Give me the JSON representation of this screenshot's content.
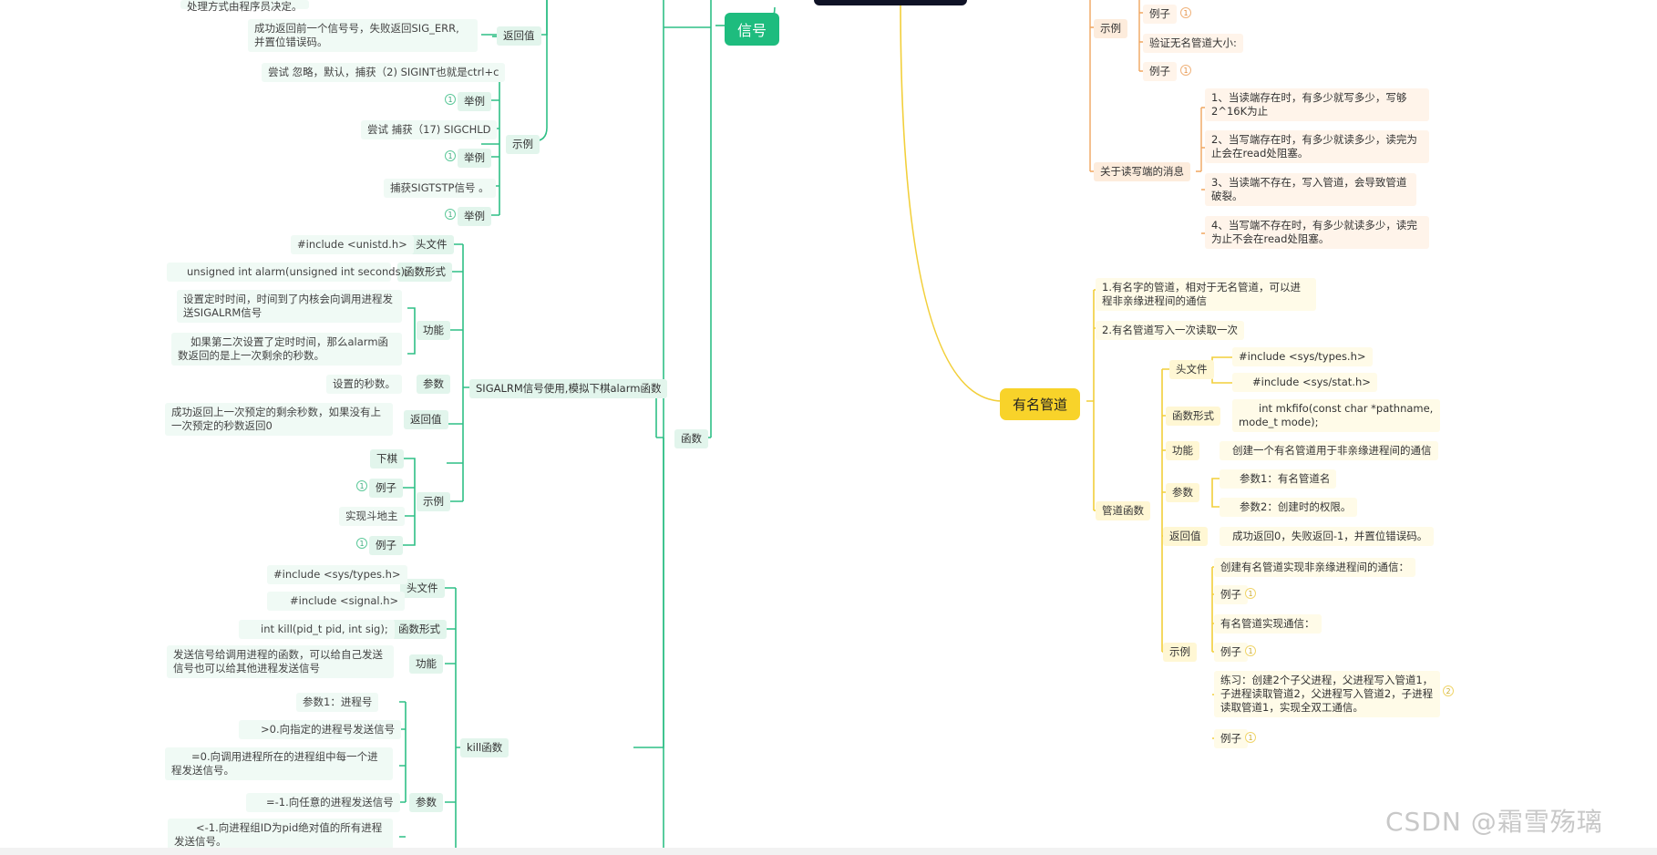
{
  "watermark": "CSDN @霜雪殇璃",
  "left": {
    "signal_title": "信号",
    "func_label": "函数",
    "top": {
      "cut_text": "处理方式由程序员决定。",
      "ret_label": "返回值",
      "ret_text": "成功返回前一个信号号，失败返回SIG_ERR, 并置位错误码。",
      "example_label": "示例",
      "items": [
        "尝试 忽略，默认，捕获（2) SIGINT也就是ctrl+c",
        "举例",
        "尝试 捕获（17) SIGCHLD",
        "举例",
        "捕获SIGTSTP信号 。",
        "举例"
      ]
    },
    "alarm": {
      "title": "SIGALRM信号使用,模拟下棋alarm函数",
      "header_label": "头文件",
      "header": "#include <unistd.h>",
      "proto_label": "函数形式",
      "proto": "unsigned int alarm(unsigned int seconds);",
      "func_label": "功能",
      "func1": "设置定时时间，时间到了内核会向调用进程发送SIGALRM信号",
      "func2": "如果第二次设置了定时时间，那么alarm函数返回的是上一次剩余的秒数。",
      "param_label": "参数",
      "param": "设置的秒数。",
      "ret_label": "返回值",
      "ret": "成功返回上一次预定的剩余秒数，如果没有上一次预定的秒数返回0",
      "example_label": "示例",
      "examples": [
        "下棋",
        "例子",
        "实现斗地主",
        "例子"
      ]
    },
    "kill": {
      "title": "kill函数",
      "header_label": "头文件",
      "headers": [
        "#include <sys/types.h>",
        "#include <signal.h>"
      ],
      "proto_label": "函数形式",
      "proto": "int kill(pid_t pid, int sig);",
      "func_label": "功能",
      "func": "发送信号给调用进程的函数，可以给自己发送信号也可以给其他进程发送信号",
      "param_label": "参数",
      "params": [
        "参数1：进程号",
        ">0.向指定的进程号发送信号",
        "=0.向调用进程所在的进程组中每一个进程发送信号。",
        "=-1.向任意的进程发送信号",
        "<-1.向进程组ID为pid绝对值的所有进程发送信号。"
      ]
    }
  },
  "right": {
    "anon": {
      "example_label": "示例",
      "items": [
        "例子",
        "验证无名管道大小:",
        "例子"
      ],
      "rw_label": "关于读写端的消息",
      "rw": [
        "1、当读端存在时，有多少就写多少，写够2^16K为止",
        "2、当写端存在时，有多少就读多少，读完为止会在read处阻塞。",
        "3、当读端不存在，写入管道，会导致管道破裂。",
        "4、当写端不存在时，有多少就读多少，读完为止不会在read处阻塞。"
      ]
    },
    "named": {
      "title": "有名管道",
      "p1": "1.有名字的管道，相对于无名管道，可以进程非亲缘进程间的通信",
      "p2": "2.有名管道写入一次读取一次",
      "fn_label": "管道函数",
      "header_label": "头文件",
      "headers": [
        "#include <sys/types.h>",
        "#include <sys/stat.h>"
      ],
      "proto_label": "函数形式",
      "proto": "int mkfifo(const char *pathname, mode_t mode);",
      "func_label": "功能",
      "func": "创建一个有名管道用于非亲缘进程间的通信",
      "param_label": "参数",
      "params": [
        "参数1：有名管道名",
        "参数2：创建时的权限。"
      ],
      "ret_label": "返回值",
      "ret": "成功返回0，失败返回-1，并置位错误码。",
      "example_label": "示例",
      "examples": [
        "创建有名管道实现非亲缘进程间的通信：",
        "例子",
        "有名管道实现通信：",
        "例子",
        "练习：创建2个子父进程，父进程写入管道1，子进程读取管道2，父进程写入管道2，子进程读取管道1，实现全双工通信。",
        "例子"
      ]
    }
  },
  "badges": {
    "one": "1",
    "two": "2"
  }
}
